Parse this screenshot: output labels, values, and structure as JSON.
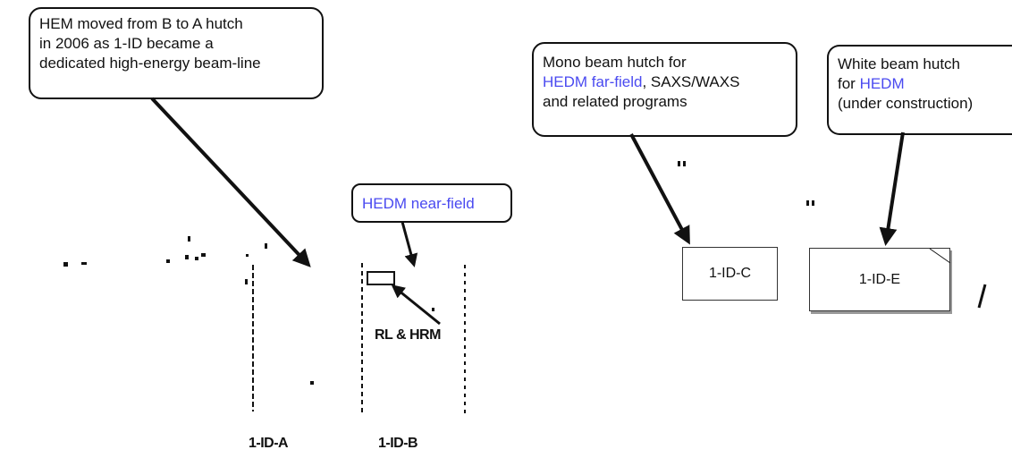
{
  "callouts": {
    "hem": {
      "line1": "HEM moved from B to A hutch",
      "line2": "in 2006 as 1-ID became a",
      "line3": "dedicated high-energy beam-line"
    },
    "mono": {
      "line1": "Mono beam hutch for",
      "line2_link": "HEDM far-field",
      "line2_rest": ", SAXS/WAXS",
      "line3": "and related programs"
    },
    "white": {
      "line1": "White beam hutch",
      "line2_pre": "for ",
      "line2_link": "HEDM",
      "line3": "(under construction)"
    },
    "near": {
      "label": "HEDM near-field"
    }
  },
  "hutches": {
    "c": "1-ID-C",
    "e": "1-ID-E",
    "a": "1-ID-A",
    "b": "1-ID-B"
  },
  "annotations": {
    "rl_hrm": "RL & HRM"
  },
  "colors": {
    "highlight": "#4a4af0",
    "line": "#111111"
  }
}
